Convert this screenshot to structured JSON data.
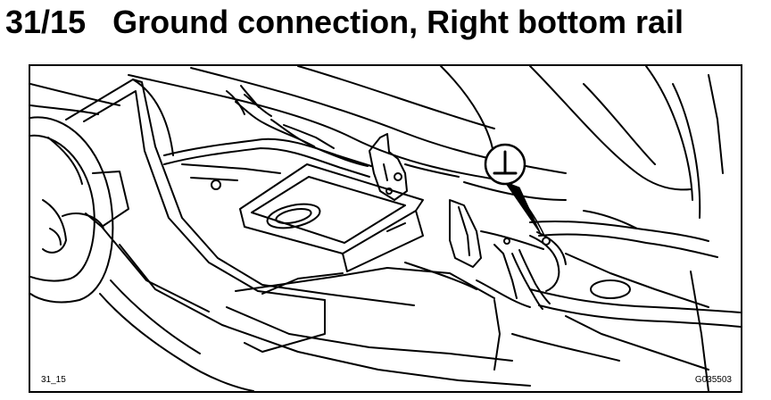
{
  "heading": {
    "number": "31/15",
    "title": "Ground connection, Right bottom rail"
  },
  "figure": {
    "ref_left": "31_15",
    "ref_right": "G035503",
    "ground_symbol": "⊥"
  },
  "colors": {
    "line": "#000000",
    "background": "#ffffff"
  }
}
